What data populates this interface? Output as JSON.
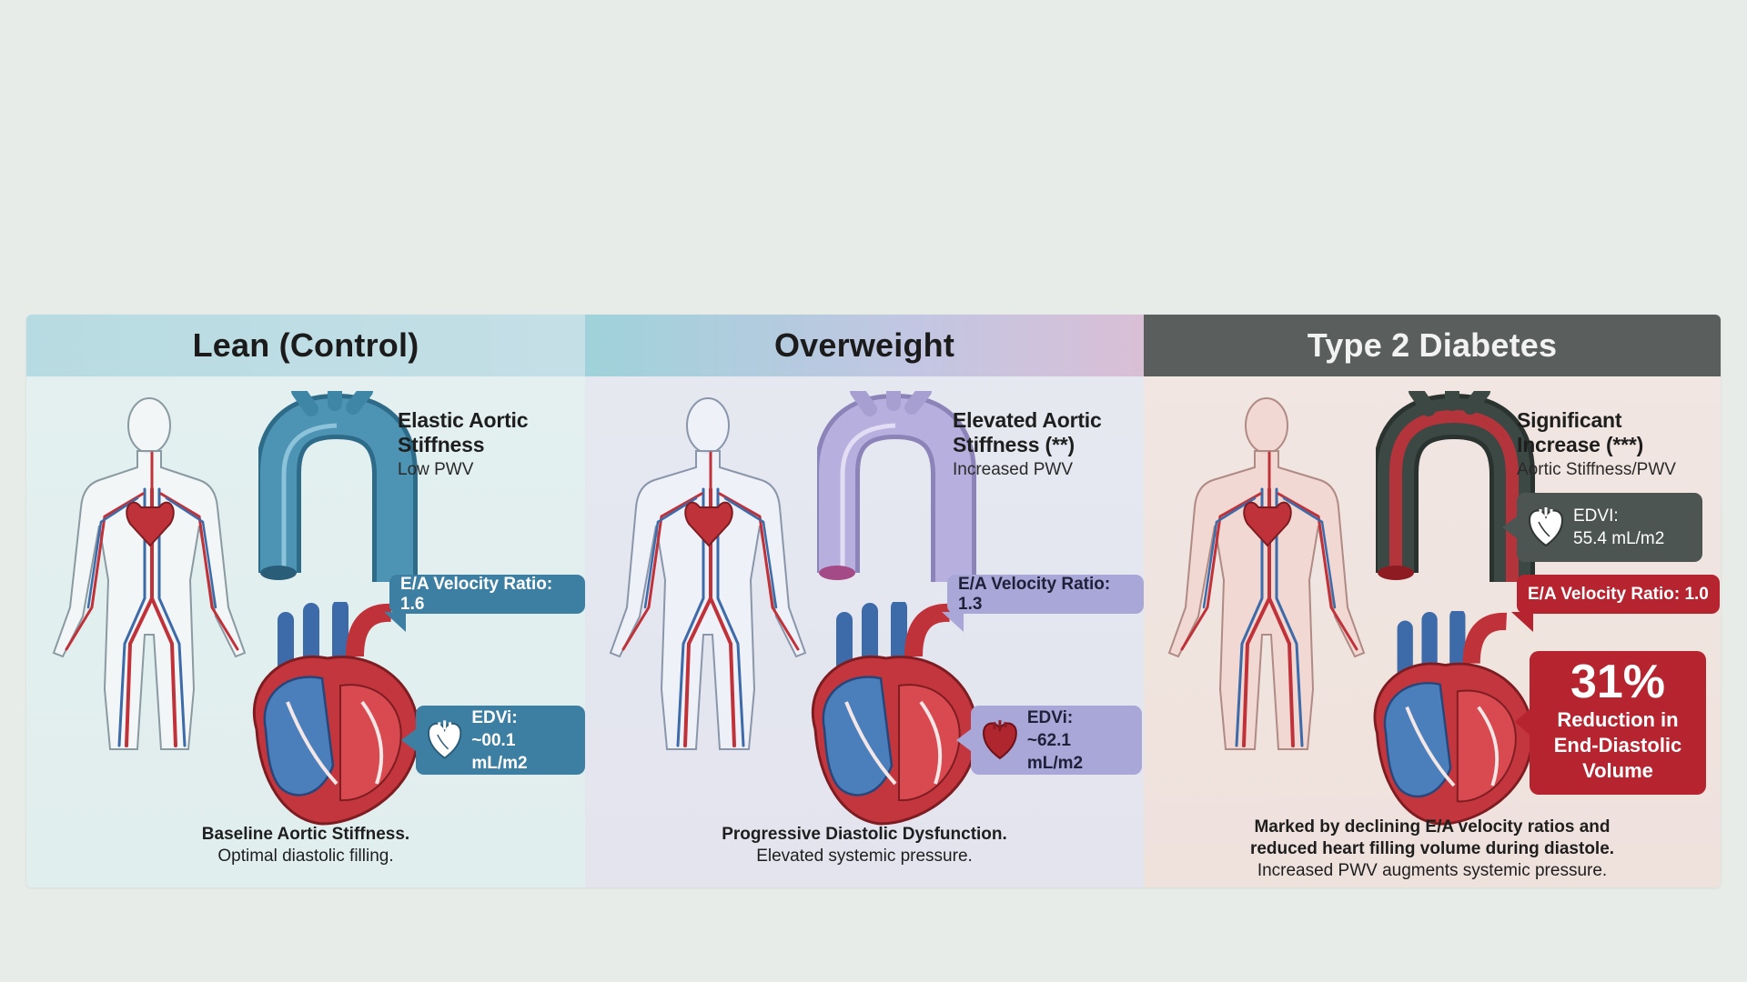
{
  "panels": {
    "lean": {
      "header": "Lean (Control)",
      "info_title": [
        "Elastic Aortic",
        "Stiffness"
      ],
      "info_sub": "Low PWV",
      "ea": "E/A Velocity Ratio: 1.6",
      "edvi": [
        "EDVi:",
        "~00.1 mL/m2"
      ],
      "footer_bold": "Baseline Aortic Stiffness.",
      "footer_norm": "Optimal diastolic filling."
    },
    "overweight": {
      "header": "Overweight",
      "info_title": [
        "Elevated Aortic",
        "Stiffness (**)"
      ],
      "info_sub": "Increased PWV",
      "ea": "E/A Velocity Ratio: 1.3",
      "edvi": [
        "EDVi:",
        "~62.1 mL/m2"
      ],
      "footer_bold": "Progressive Diastolic Dysfunction.",
      "footer_norm": "Elevated systemic pressure."
    },
    "t2d": {
      "header": "Type 2 Diabetes",
      "info_title": [
        "Significant",
        "Increase (***)"
      ],
      "info_sub": "Aortic Stiffness/PWV",
      "edvi": [
        "EDVI:",
        "55.4 mL/m2"
      ],
      "ea": "E/A Velocity Ratio: 1.0",
      "reduction_pct": "31%",
      "reduction_text": [
        "Reduction in",
        "End-Diastolic",
        "Volume"
      ],
      "footer_bold": [
        "Marked by declining E/A velocity ratios and",
        "reduced heart filling volume during diastole."
      ],
      "footer_norm": "Increased PWV augments systemic pressure."
    }
  },
  "colors": {
    "lean_aorta": "#3f86a6",
    "overweight_aorta": "#a79fd0",
    "t2d_aorta": "#3c4844",
    "t2d_aorta_core": "#b4343c",
    "lean_callout": "#3d7fa3",
    "overweight_callout": "#a9a6d8",
    "t2d_callout_dark": "#4d5553",
    "t2d_callout_red": "#b5242f",
    "artery_red": "#c0323a",
    "vein_blue": "#3d6aa8"
  },
  "icons": [
    "human-body-icon",
    "aorta-icon",
    "heart-anatomy-icon",
    "heart-outline-icon"
  ]
}
